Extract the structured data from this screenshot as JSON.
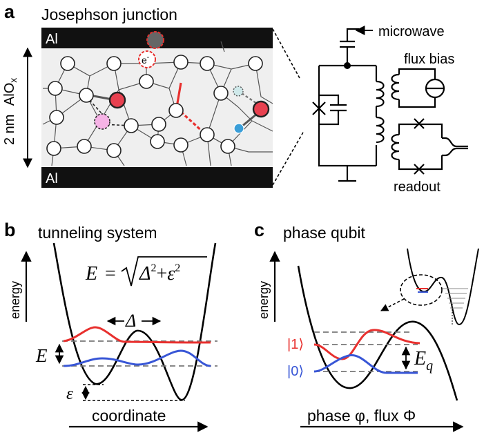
{
  "panel_a": {
    "letter": "a",
    "title": "Josephson junction",
    "electrode_top": "Al",
    "electrode_bottom": "Al",
    "thickness_label": "2 nm",
    "oxide_label_main": "AlO",
    "oxide_label_sub": "x",
    "electron_label": "e",
    "electron_sup": "-",
    "circuit_labels": {
      "microwave": "microwave",
      "flux_bias": "flux bias",
      "readout": "readout"
    }
  },
  "panel_b": {
    "letter": "b",
    "title": "tunneling system",
    "y_axis": "energy",
    "x_axis": "coordinate",
    "equation_lhs": "E",
    "equation_eq": "=",
    "equation_delta": "Δ",
    "equation_sup1": "2",
    "equation_plus": "+",
    "equation_eps": "ε",
    "equation_sup2": "2",
    "splitting_label": "E",
    "tunneling_label": "Δ",
    "asymmetry_label": "ε"
  },
  "panel_c": {
    "letter": "c",
    "title": "phase qubit",
    "y_axis": "energy",
    "x_axis": "phase φ, flux Φ",
    "state_1": "|1⟩",
    "state_0": "|0⟩",
    "splitting_main": "E",
    "splitting_sub": "q"
  },
  "colors": {
    "excited": "#e8302e",
    "ground": "#3856d6",
    "defect": "#e84150",
    "defect_light": "#f6b3e6",
    "defect_blue": "#3a9ed8",
    "oxide_bg": "#efefef"
  }
}
